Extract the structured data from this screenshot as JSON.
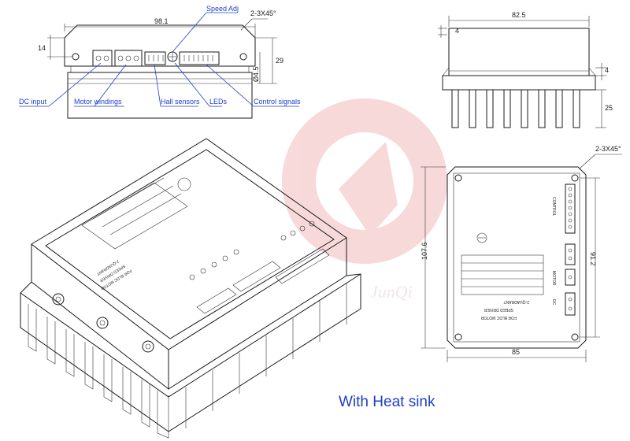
{
  "dimensions": {
    "top_width": "98.1",
    "left_14": "14",
    "right_29": "29",
    "hole_dia": "Ø4.5",
    "chamfer_top": "2-3X45°",
    "side_width": "82.5",
    "side_4_left": "4",
    "side_4_right": "4",
    "side_25": "25",
    "chamfer_bottom": "2-3X45°",
    "bottom_height": "107.6",
    "bottom_inner": "91.2",
    "bottom_width": "85"
  },
  "callouts": {
    "speed_adj": "Speed Adj",
    "dc_input": "DC input",
    "motor_windings": "Motor windings",
    "hall_sensors": "Hall sensors",
    "leds": "LEDs",
    "control_signals": "Control signals"
  },
  "labels": {
    "title_line1": "2-QUADRANT",
    "title_line2": "SPEED DRIVER",
    "title_line3": "FOR BLDC MOTOR",
    "control": "CONTROL",
    "motor": "MOTOR",
    "dc": "DC",
    "watermark": "JunQi"
  },
  "caption": "With Heat sink"
}
